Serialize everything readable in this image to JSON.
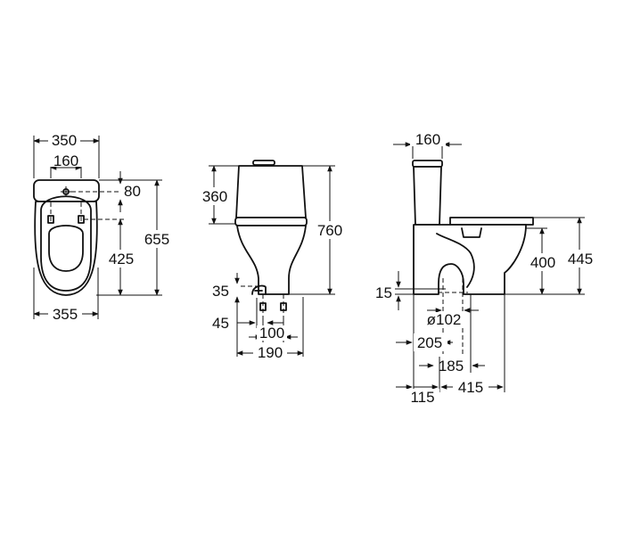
{
  "front_view": {
    "width_top": "350",
    "inlet_spacing": "160",
    "inlet_offset": "80",
    "inlet_height": "425",
    "overall_height": "655",
    "width_bottom": "355"
  },
  "side_view": {
    "cistern_height": "360",
    "overall_height": "760",
    "outlet_height": "35",
    "fixing_offset": "45",
    "fixing_spacing": "100",
    "depth": "190"
  },
  "profile_view": {
    "cistern_width": "160",
    "seat_height": "400",
    "rim_height": "445",
    "outlet_height": "15",
    "outlet_diameter": "ø102",
    "outlet_offset": "205",
    "fixing_distance": "185",
    "wall_distance": "115",
    "projection": "415"
  },
  "colors": {
    "line": "#111111",
    "background": "#ffffff"
  }
}
